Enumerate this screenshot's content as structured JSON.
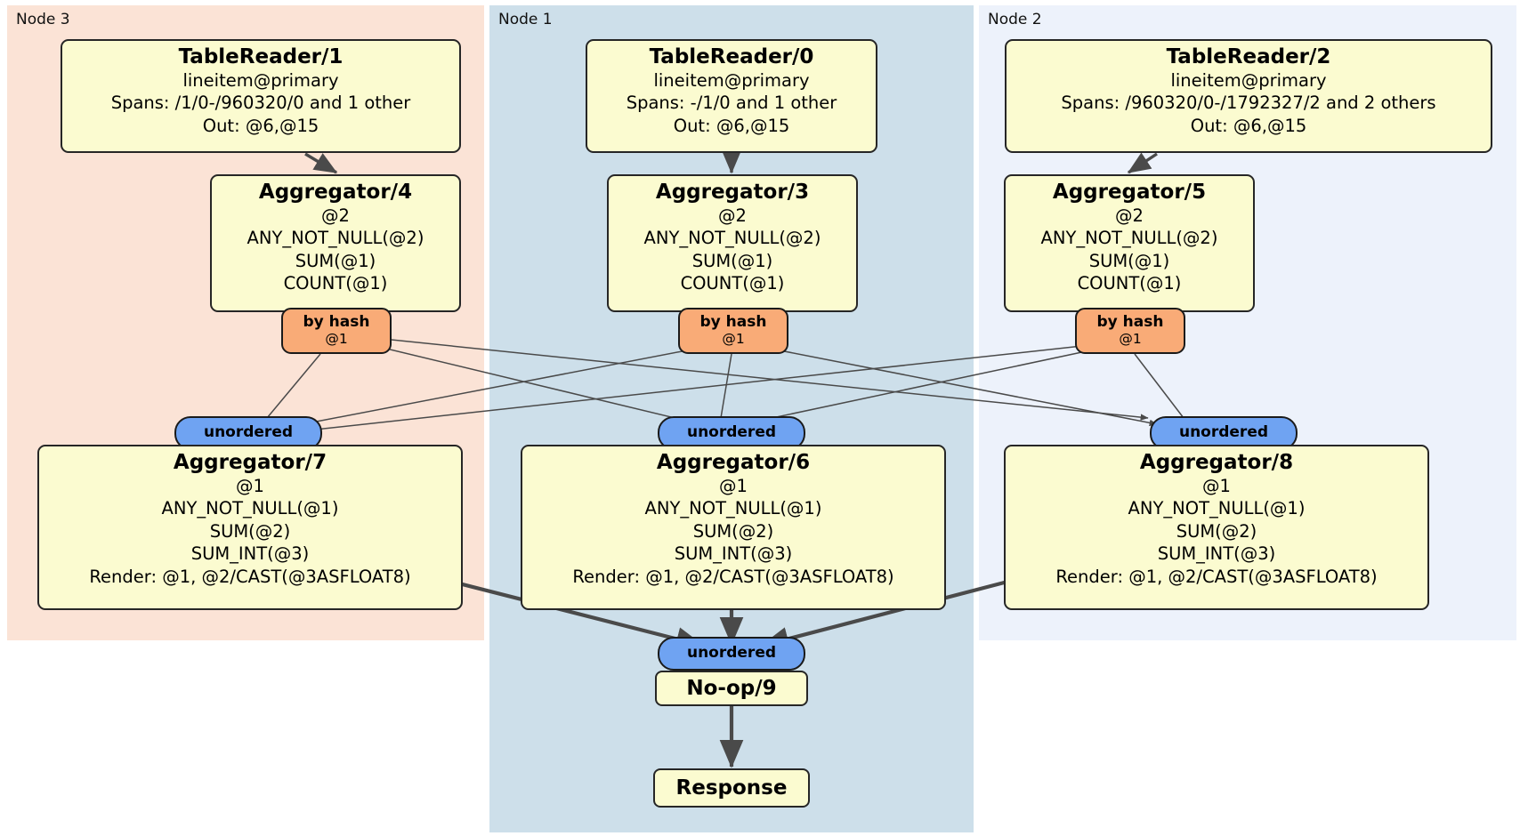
{
  "panels": [
    {
      "id": "node3",
      "label": "Node 3",
      "color": "#fbe3d6"
    },
    {
      "id": "node1",
      "label": "Node 1",
      "color": "#cddfea"
    },
    {
      "id": "node2",
      "label": "Node 2",
      "color": "#edf2fb"
    }
  ],
  "readers": [
    {
      "id": "tr1",
      "title": "TableReader/1",
      "table": "lineitem@primary",
      "spans": "Spans: /1/0-/960320/0 and 1 other",
      "out": "Out: @6,@15"
    },
    {
      "id": "tr0",
      "title": "TableReader/0",
      "table": "lineitem@primary",
      "spans": "Spans: -/1/0 and 1 other",
      "out": "Out: @6,@15"
    },
    {
      "id": "tr2",
      "title": "TableReader/2",
      "table": "lineitem@primary",
      "spans": "Spans: /960320/0-/1792327/2 and 2 others",
      "out": "Out: @6,@15"
    }
  ],
  "local_aggregators": [
    {
      "id": "agg4",
      "title": "Aggregator/4",
      "group": "@2",
      "a1": "ANY_NOT_NULL(@2)",
      "a2": "SUM(@1)",
      "a3": "COUNT(@1)"
    },
    {
      "id": "agg3",
      "title": "Aggregator/3",
      "group": "@2",
      "a1": "ANY_NOT_NULL(@2)",
      "a2": "SUM(@1)",
      "a3": "COUNT(@1)"
    },
    {
      "id": "agg5",
      "title": "Aggregator/5",
      "group": "@2",
      "a1": "ANY_NOT_NULL(@2)",
      "a2": "SUM(@1)",
      "a3": "COUNT(@1)"
    }
  ],
  "hash_routers": [
    {
      "id": "hash4",
      "label": "by hash",
      "col": "@1"
    },
    {
      "id": "hash3",
      "label": "by hash",
      "col": "@1"
    },
    {
      "id": "hash5",
      "label": "by hash",
      "col": "@1"
    }
  ],
  "unordered_synchronizers": [
    {
      "id": "un7",
      "label": "unordered"
    },
    {
      "id": "un6",
      "label": "unordered"
    },
    {
      "id": "un8",
      "label": "unordered"
    },
    {
      "id": "un9",
      "label": "unordered"
    }
  ],
  "final_aggregators": [
    {
      "id": "agg7",
      "title": "Aggregator/7",
      "group": "@1",
      "a1": "ANY_NOT_NULL(@1)",
      "a2": "SUM(@2)",
      "a3": "SUM_INT(@3)",
      "render": "Render: @1, @2/CAST(@3ASFLOAT8)"
    },
    {
      "id": "agg6",
      "title": "Aggregator/6",
      "group": "@1",
      "a1": "ANY_NOT_NULL(@1)",
      "a2": "SUM(@2)",
      "a3": "SUM_INT(@3)",
      "render": "Render: @1, @2/CAST(@3ASFLOAT8)"
    },
    {
      "id": "agg8",
      "title": "Aggregator/8",
      "group": "@1",
      "a1": "ANY_NOT_NULL(@1)",
      "a2": "SUM(@2)",
      "a3": "SUM_INT(@3)",
      "render": "Render: @1, @2/CAST(@3ASFLOAT8)"
    }
  ],
  "terminal": {
    "noop": "No-op/9",
    "response": "Response"
  },
  "colors": {
    "box_fill": "#fbfbd0",
    "box_stroke": "#262626",
    "hash_fill": "#f9ab77",
    "unordered_fill": "#6fa3f2",
    "node3_bg": "#fbe3d6",
    "node1_bg": "#cddfea",
    "node2_bg": "#edf2fb",
    "edge": "#4a4a4a"
  }
}
